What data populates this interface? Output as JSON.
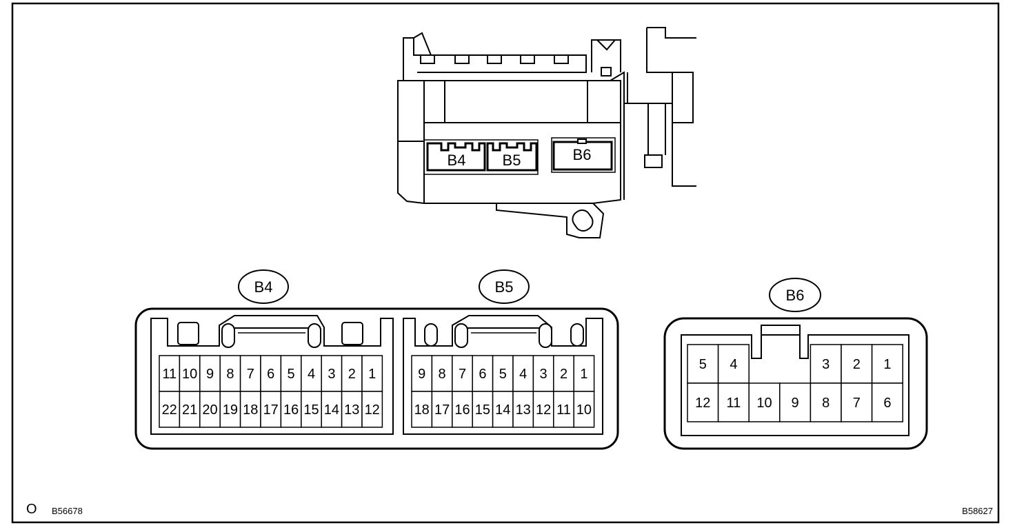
{
  "overview": {
    "labels": [
      "B4",
      "B5",
      "B6"
    ]
  },
  "connectors": {
    "b4": {
      "label": "B4",
      "top_row": [
        "11",
        "10",
        "9",
        "8",
        "7",
        "6",
        "5",
        "4",
        "3",
        "2",
        "1"
      ],
      "bottom_row": [
        "22",
        "21",
        "20",
        "19",
        "18",
        "17",
        "16",
        "15",
        "14",
        "13",
        "12"
      ]
    },
    "b5": {
      "label": "B5",
      "top_row": [
        "9",
        "8",
        "7",
        "6",
        "5",
        "4",
        "3",
        "2",
        "1"
      ],
      "bottom_row": [
        "18",
        "17",
        "16",
        "15",
        "14",
        "13",
        "12",
        "11",
        "10"
      ]
    },
    "b6": {
      "label": "B6",
      "top_left": [
        "5",
        "4"
      ],
      "top_right": [
        "3",
        "2",
        "1"
      ],
      "bottom_row": [
        "12",
        "11",
        "10",
        "9",
        "8",
        "7",
        "6"
      ]
    }
  },
  "footer": {
    "left_mark": "O",
    "left_code": "B56678",
    "right_code": "B58627"
  }
}
